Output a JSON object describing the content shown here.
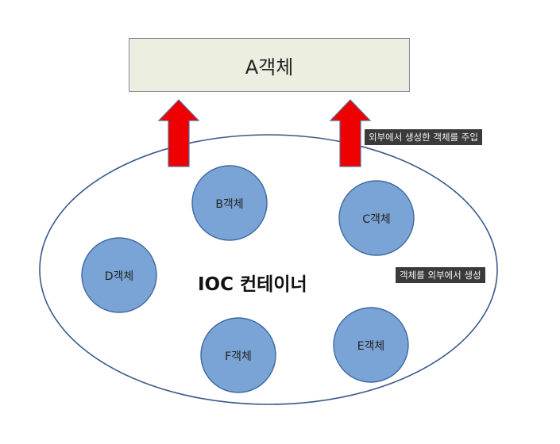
{
  "box_a": {
    "label": "A객체"
  },
  "container": {
    "label": "IOC 컨테이너"
  },
  "objects": [
    {
      "id": "b",
      "label": "B객체"
    },
    {
      "id": "c",
      "label": "C객체"
    },
    {
      "id": "d",
      "label": "D객체"
    },
    {
      "id": "e",
      "label": "E객체"
    },
    {
      "id": "f",
      "label": "F객체"
    }
  ],
  "notes": {
    "inject": "외부에서 생성한 객체를 주입",
    "create": "객체를 외부에서 생성"
  },
  "colors": {
    "box_fill": "#ecefe0",
    "circle_fill": "#7aa4d6",
    "circle_stroke": "#3f6aa0",
    "arrow_fill": "#ee0000",
    "ellipse_stroke": "#3a5a8a"
  }
}
